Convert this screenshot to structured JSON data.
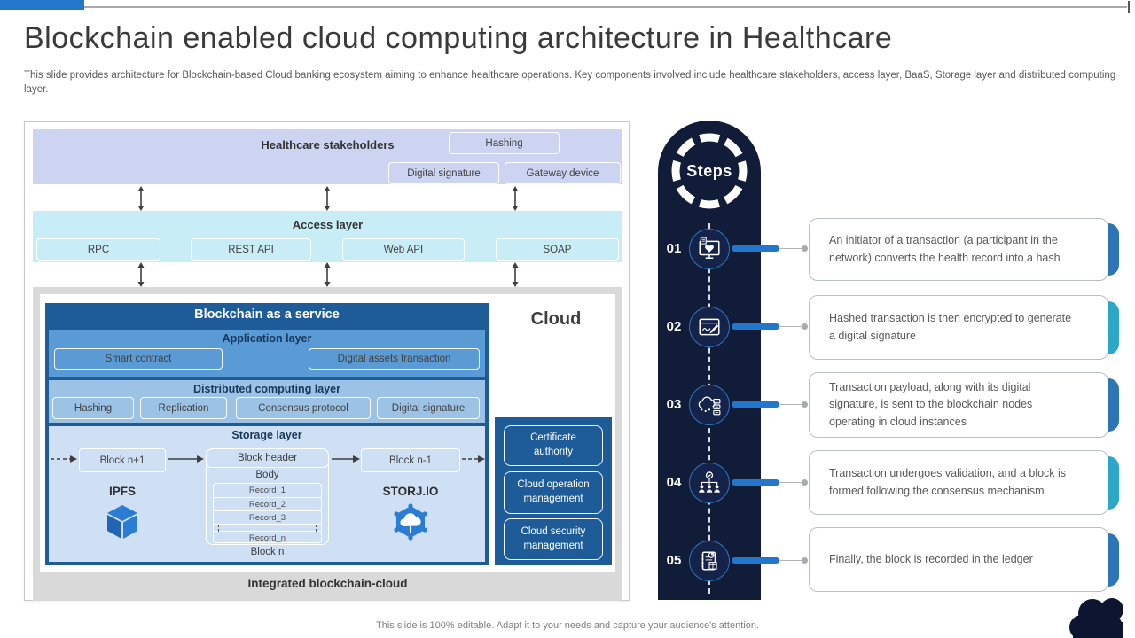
{
  "header": {
    "title": "Blockchain enabled cloud computing architecture in Healthcare",
    "subtitle": "This slide provides architecture for Blockchain-based Cloud banking ecosystem aiming to enhance healthcare operations. Key components involved include healthcare stakeholders, access layer, BaaS, Storage layer and distributed computing layer."
  },
  "diagram": {
    "stakeholders": {
      "title": "Healthcare stakeholders",
      "items": [
        "Hashing",
        "Digital signature",
        "Gateway device"
      ]
    },
    "access": {
      "title": "Access layer",
      "items": [
        "RPC",
        "REST API",
        "Web API",
        "SOAP"
      ]
    },
    "baas": {
      "title": "Blockchain as a service",
      "application": {
        "title": "Application layer",
        "items": [
          "Smart contract",
          "Digital assets transaction"
        ]
      },
      "computing": {
        "title": "Distributed computing layer",
        "items": [
          "Hashing",
          "Replication",
          "Consensus protocol",
          "Digital signature"
        ]
      },
      "storage": {
        "title": "Storage layer",
        "block_prev": "Block n+1",
        "block_header": "Block header",
        "body_label": "Body",
        "records": [
          "Record_1",
          "Record_2",
          "Record_3",
          "Record_n"
        ],
        "block_label": "Block n",
        "block_next": "Block n-1",
        "ipfs_label": "IPFS",
        "storj_label": "STORJ.IO"
      }
    },
    "cloud": {
      "title": "Cloud",
      "items": [
        "Certificate authority",
        "Cloud operation management",
        "Cloud security management"
      ]
    },
    "caption": "Integrated blockchain-cloud"
  },
  "steps": {
    "title": "Steps",
    "items": [
      {
        "num": "01",
        "icon": "health-record-monitor-icon",
        "accent_color": "#2e75b6",
        "text": "An initiator of a transaction (a participant in the network) converts the health record into a hash"
      },
      {
        "num": "02",
        "icon": "digital-signature-window-icon",
        "accent_color": "#2da7c7",
        "text": "Hashed transaction is then encrypted to generate a digital signature"
      },
      {
        "num": "03",
        "icon": "cloud-nodes-icon",
        "accent_color": "#2e75b6",
        "text": "Transaction payload, along with its digital signature, is sent to the blockchain nodes operating in cloud instances"
      },
      {
        "num": "04",
        "icon": "consensus-validation-icon",
        "accent_color": "#2da7c7",
        "text": "Transaction undergoes validation, and a block is formed following the consensus mechanism"
      },
      {
        "num": "05",
        "icon": "ledger-icon",
        "accent_color": "#2e75b6",
        "text": "Finally, the block is recorded in the ledger"
      }
    ]
  },
  "footer": {
    "note": "This slide is 100% editable. Adapt it to your needs and capture your audience's attention."
  },
  "colors": {
    "accent_blue": "#2478cc",
    "dark_blue": "#1d5c99",
    "navy": "#111c38",
    "lavender": "#ccd4f2",
    "cyan": "#c9edf6",
    "app_layer": "#5b9bd5",
    "computing_layer": "#9cc3e5",
    "storage_layer": "#cfe0f4",
    "step_accent_blue": "#2e75b6",
    "step_accent_teal": "#2da7c7"
  }
}
